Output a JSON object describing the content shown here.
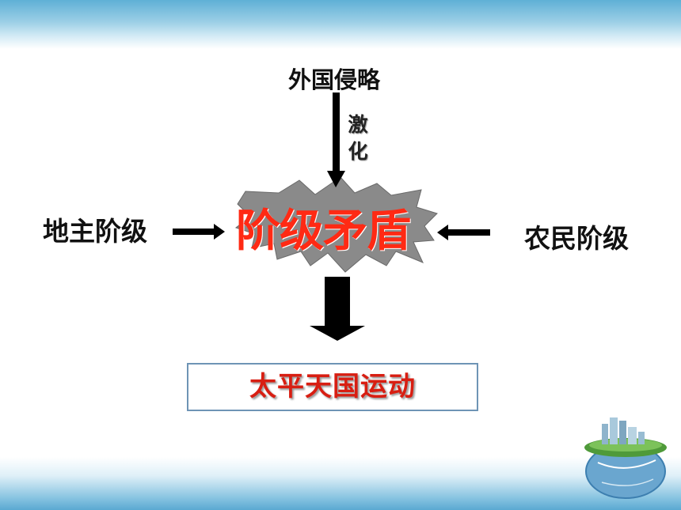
{
  "diagram": {
    "top_cause": "外国侵略",
    "intensify": "激化",
    "left_party": "地主阶级",
    "right_party": "农民阶级",
    "center": "阶级矛盾",
    "result": "太平天国运动"
  },
  "colors": {
    "center_text": "#ff2a14",
    "result_text": "#d81e12",
    "burst": "#8a8a8a",
    "arrows": "#000000",
    "result_border": "#6e94b5"
  }
}
